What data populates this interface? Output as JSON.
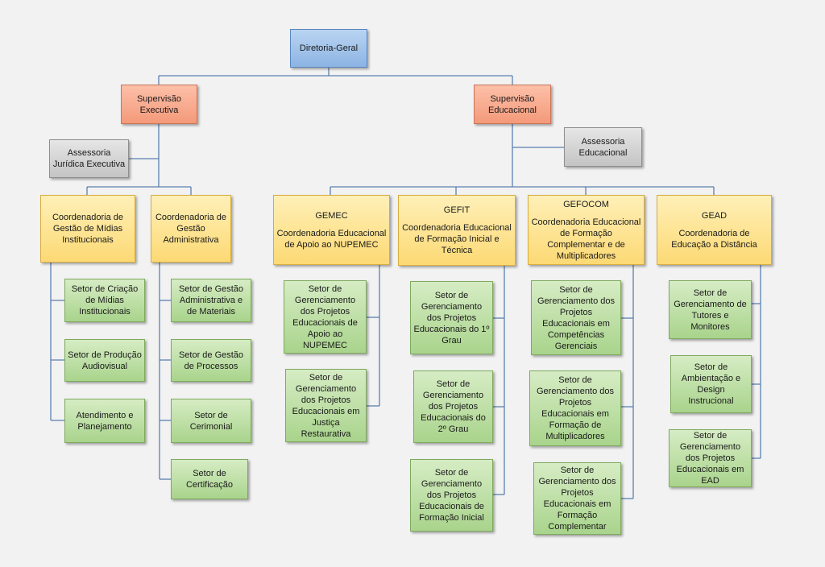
{
  "root": "Diretoria-Geral",
  "supervisao_executiva": {
    "name": "Supervisão Executiva",
    "assessoria": "Assessoria Jurídica Executiva",
    "coordenadorias": [
      {
        "name": "Coordenadoria de Gestão de Mídias Institucionais",
        "setores": [
          "Setor de Criação de Mídias Institucionais",
          "Setor de Produção Audiovisual",
          "Atendimento e Planejamento"
        ]
      },
      {
        "name": "Coordenadoria de Gestão Administrativa",
        "setores": [
          "Setor de Gestão Administrativa e de Materiais",
          "Setor de Gestão de Processos",
          "Setor de Cerimonial",
          "Setor de Certificação"
        ]
      }
    ]
  },
  "supervisao_educacional": {
    "name": "Supervisão Educacional",
    "assessoria": "Assessoria Educacional",
    "coordenadorias": [
      {
        "code": "GEMEC",
        "name": "Coordenadoria Educacional de Apoio ao NUPEMEC",
        "setores": [
          "Setor de Gerenciamento dos Projetos Educacionais de Apoio ao NUPEMEC",
          "Setor de Gerenciamento dos Projetos Educacionais em Justiça Restaurativa"
        ]
      },
      {
        "code": "GEFIT",
        "name": "Coordenadoria Educacional de Formação Inicial e Técnica",
        "setores": [
          "Setor de Gerenciamento dos Projetos Educacionais do 1º Grau",
          "Setor de Gerenciamento dos Projetos Educacionais do 2º Grau",
          "Setor de Gerenciamento dos Projetos Educacionais de Formação Inicial"
        ]
      },
      {
        "code": "GEFOCOM",
        "name": "Coordenadoria Educacional de Formação Complementar e de Multiplicadores",
        "setores": [
          "Setor de Gerenciamento dos Projetos Educacionais em Competências Gerenciais",
          "Setor de Gerenciamento dos Projetos Educacionais em Formação de Multiplicadores",
          "Setor de Gerenciamento dos Projetos Educacionais em Formação Complementar"
        ]
      },
      {
        "code": "GEAD",
        "name": "Coordenadoria de Educação a Distância",
        "setores": [
          "Setor de Gerenciamento de Tutores e Monitores",
          "Setor de Ambientação e Design Instrucional",
          "Setor de Gerenciamento dos Projetos Educacionais em EAD"
        ]
      }
    ]
  }
}
